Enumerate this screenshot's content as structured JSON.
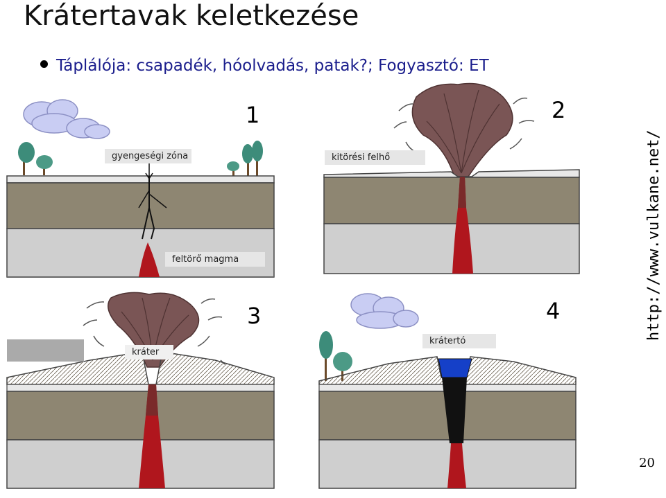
{
  "title": "Krátertavak keletkezése",
  "bullet": "Táplálója: csapadék, hóolvadás, patak?; Fogyasztó: ET",
  "panels": [
    {
      "number": "1",
      "labels": [
        "gyengeségi zóna",
        "feltörő magma"
      ]
    },
    {
      "number": "2",
      "labels": [
        "kitörési felhő"
      ]
    },
    {
      "number": "3",
      "labels": [
        "kráter"
      ]
    },
    {
      "number": "4",
      "labels": [
        "krátertó"
      ]
    }
  ],
  "source_url": "http://www.vulkane.net/",
  "page_number": "20",
  "colors": {
    "title_text": "#111111",
    "bullet_text": "#1a1d8c",
    "rock_layer_brown": "#8e8672",
    "rock_layer_gray": "#cfcfcf",
    "magma": "#b0161d",
    "ash_cloud": "#7a5555",
    "lake_water": "#1540c8",
    "crater_fill": "#111111",
    "tree_green": "#3d8c7a",
    "sky_cloud": "#c9cdf3"
  },
  "icons": [
    "cloud-icon",
    "tree-icon",
    "eruption-cloud-icon",
    "lake-icon"
  ]
}
